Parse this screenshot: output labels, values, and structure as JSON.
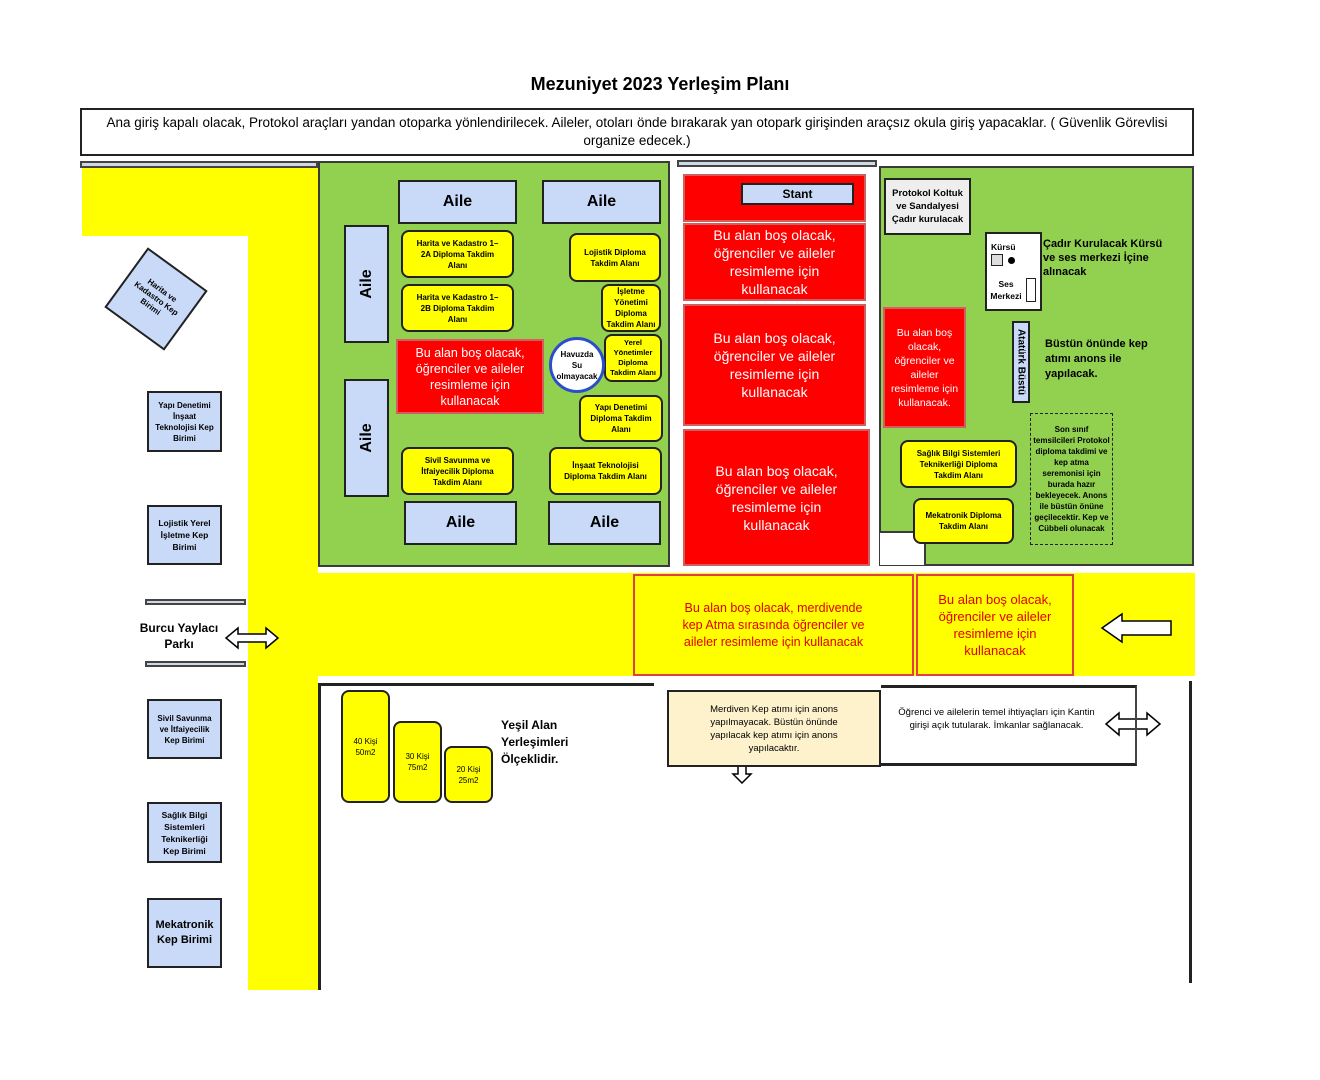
{
  "title": "Mezuniyet 2023 Yerleşim Planı",
  "notice": "Ana  giriş kapalı olacak, Protokol  araçları yandan otoparka yönlendirilecek. Aileler, otoları önde bırakarak yan otopark girişinden araçsız okula giriş yapacaklar. ( Güvenlik Görevlisi organize edecek.)",
  "left_units": {
    "harita": "Harita ve Kadastro Kep Birimi",
    "yapi": "Yapı Denetimi İnşaat Teknolojisi Kep Birimi",
    "lojistik": "Lojistik Yerel İşletme Kep Birimi",
    "sivil": "Sivil Savunma ve İtfaiyecilik Kep Birimi",
    "saglik": "Sağlık Bilgi Sistemleri Teknikerliği Kep Birimi",
    "mekatronik": "Mekatronik Kep Birimi"
  },
  "park": "Burcu Yaylacı Parkı",
  "aile": "Aile",
  "left_zone": {
    "harita_2a": "Harita ve Kadastro 1– 2A Diploma Takdim Alanı",
    "harita_2b": "Harita ve Kadastro 1– 2B Diploma Takdim Alanı",
    "lojistik": "Lojistik Diploma Takdim Alanı",
    "isletme": "İşletme Yönetimi Diploma Takdim Alanı",
    "yerel": "Yerel Yönetimler Diploma Takdim Alanı",
    "yapi": "Yapı Denetimi Diploma Takdim Alanı",
    "sivil": "Sivil Savunma ve İtfaiyecilik Diploma Takdim Alanı",
    "insaat": "İnşaat Teknolojisi Diploma Takdim Alanı",
    "havuz": "Havuzda Su olmayacak",
    "red_note": "Bu alan boş olacak, öğrenciler  ve aileler resimleme için kullanacak"
  },
  "middle_zone": {
    "stant": "Stant",
    "red1": "Bu alan boş olacak, öğrenciler ve aileler resimleme için kullanacak",
    "red2": "Bu alan boş olacak, öğrenciler ve aileler resimleme için kullanacak",
    "red3": "Bu alan boş olacak, öğrenciler ve aileler resimleme için kullanacak"
  },
  "right_zone": {
    "protokol": "Protokol Koltuk ve Sandalyesi Çadır kurulacak",
    "kursu": "Kürsü",
    "ses": "Ses Merkezi",
    "cadir_note": "Çadır Kurulacak Kürsü ve ses merkezi İçine alınacak",
    "ataturk": "Atatürk Büstü",
    "bust_note": "Büstün önünde kep atımı anons ile yapılacak.",
    "red_note": "Bu alan boş olacak, öğrenciler ve aileler resimleme için kullanacak.",
    "saglik": "Sağlık Bilgi Sistemleri Teknikerliği Diploma Takdim Alanı",
    "mekatronik": "Mekatronik Diploma Takdim Alanı",
    "son_sinif": "Son sınıf temsilcileri Protokol diploma takdimi ve kep atma seremonisi için burada hazır bekleyecek. Anons ile büstün önüne geçilecektir. Kep ve Cübbeli olunacak"
  },
  "yellow_band": {
    "merdiven_note": "Bu alan boş olacak, merdivende kep Atma sırasında öğrenciler ve aileler resimleme için kullanacak",
    "right_note": "Bu alan boş olacak, öğrenciler ve aileler resimleme için kullanacak"
  },
  "bottom": {
    "k40": "40 Kişi 50m2",
    "k30": "30 Kişi 75m2",
    "k20": "20 Kişi 25m2",
    "scale_note": "Yeşil Alan Yerleşimleri Ölçeklidir.",
    "merdiven_anons": "Merdiven Kep atımı için anons yapılmayacak. Büstün önünde yapılacak kep atımı için anons yapılacaktır.",
    "kantin": "Öğrenci  ve ailelerin temel ihtiyaçları için Kantin girişi açık tutularak. İmkanlar sağlanacak."
  },
  "colors": {
    "grass": "#92d050",
    "path": "#ffff00",
    "reserved": "#ff0000",
    "unit": "#c9daf8",
    "note": "#fdf2cc"
  }
}
